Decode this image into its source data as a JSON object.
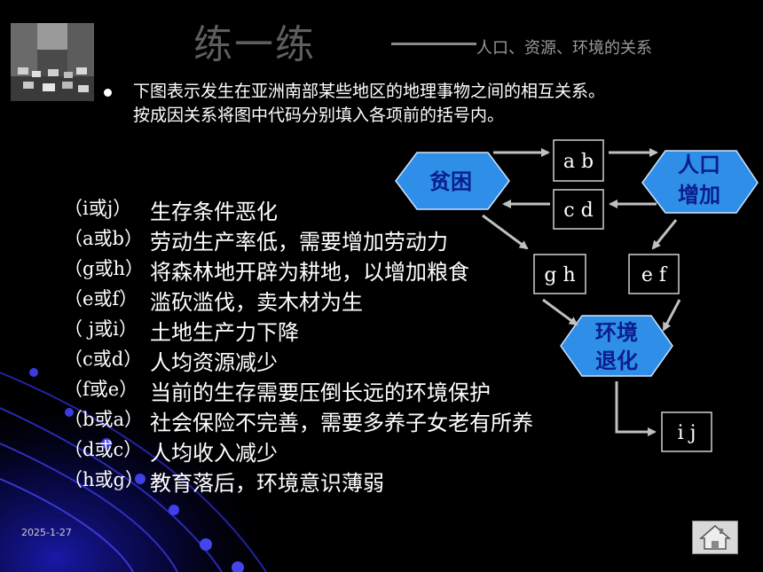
{
  "title": "练一练",
  "subtitle": "人口、资源、环境的关系",
  "intro_lines": [
    "下图表示发生在亚洲南部某些地区的地理事物之间的相互关系。",
    "按成因关系将图中代码分别填入各项前的括号内。"
  ],
  "answers": [
    {
      "answer": "（i或j）",
      "text": "生存条件恶化"
    },
    {
      "answer": "（a或b）",
      "text": "劳动生产率低，需要增加劳动力"
    },
    {
      "answer": "（g或h）",
      "text": "将森林地开辟为耕地，以增加粮食"
    },
    {
      "answer": "（e或f）",
      "text": "滥砍滥伐，卖木材为生"
    },
    {
      "answer": "（ j或i）",
      "text": "土地生产力下降"
    },
    {
      "answer": "（c或d）",
      "text": "人均资源减少"
    },
    {
      "answer": "（f或e）",
      "text": "当前的生存需要压倒长远的环境保护"
    },
    {
      "answer": "（b或a）",
      "text": "社会保险不完善，需要多养子女老有所养"
    },
    {
      "answer": "（d或c）",
      "text": "人均收入减少"
    },
    {
      "answer": "（h或g）",
      "text": "教育落后，环境意识薄弱"
    }
  ],
  "diagram": {
    "nodes": {
      "poverty": "贫困",
      "population_line1": "人口",
      "population_line2": "增加",
      "environment_line1": "环境",
      "environment_line2": "退化"
    },
    "boxes": {
      "ab": "a b",
      "cd": "c d",
      "gh": "g h",
      "ef": "e f",
      "ij": "i j"
    },
    "hex_fill": "#2f8fe8",
    "hex_text_color": "#0a1e8c"
  },
  "footer": {
    "date": "2025-1-27",
    "home_icon": "home-icon"
  }
}
